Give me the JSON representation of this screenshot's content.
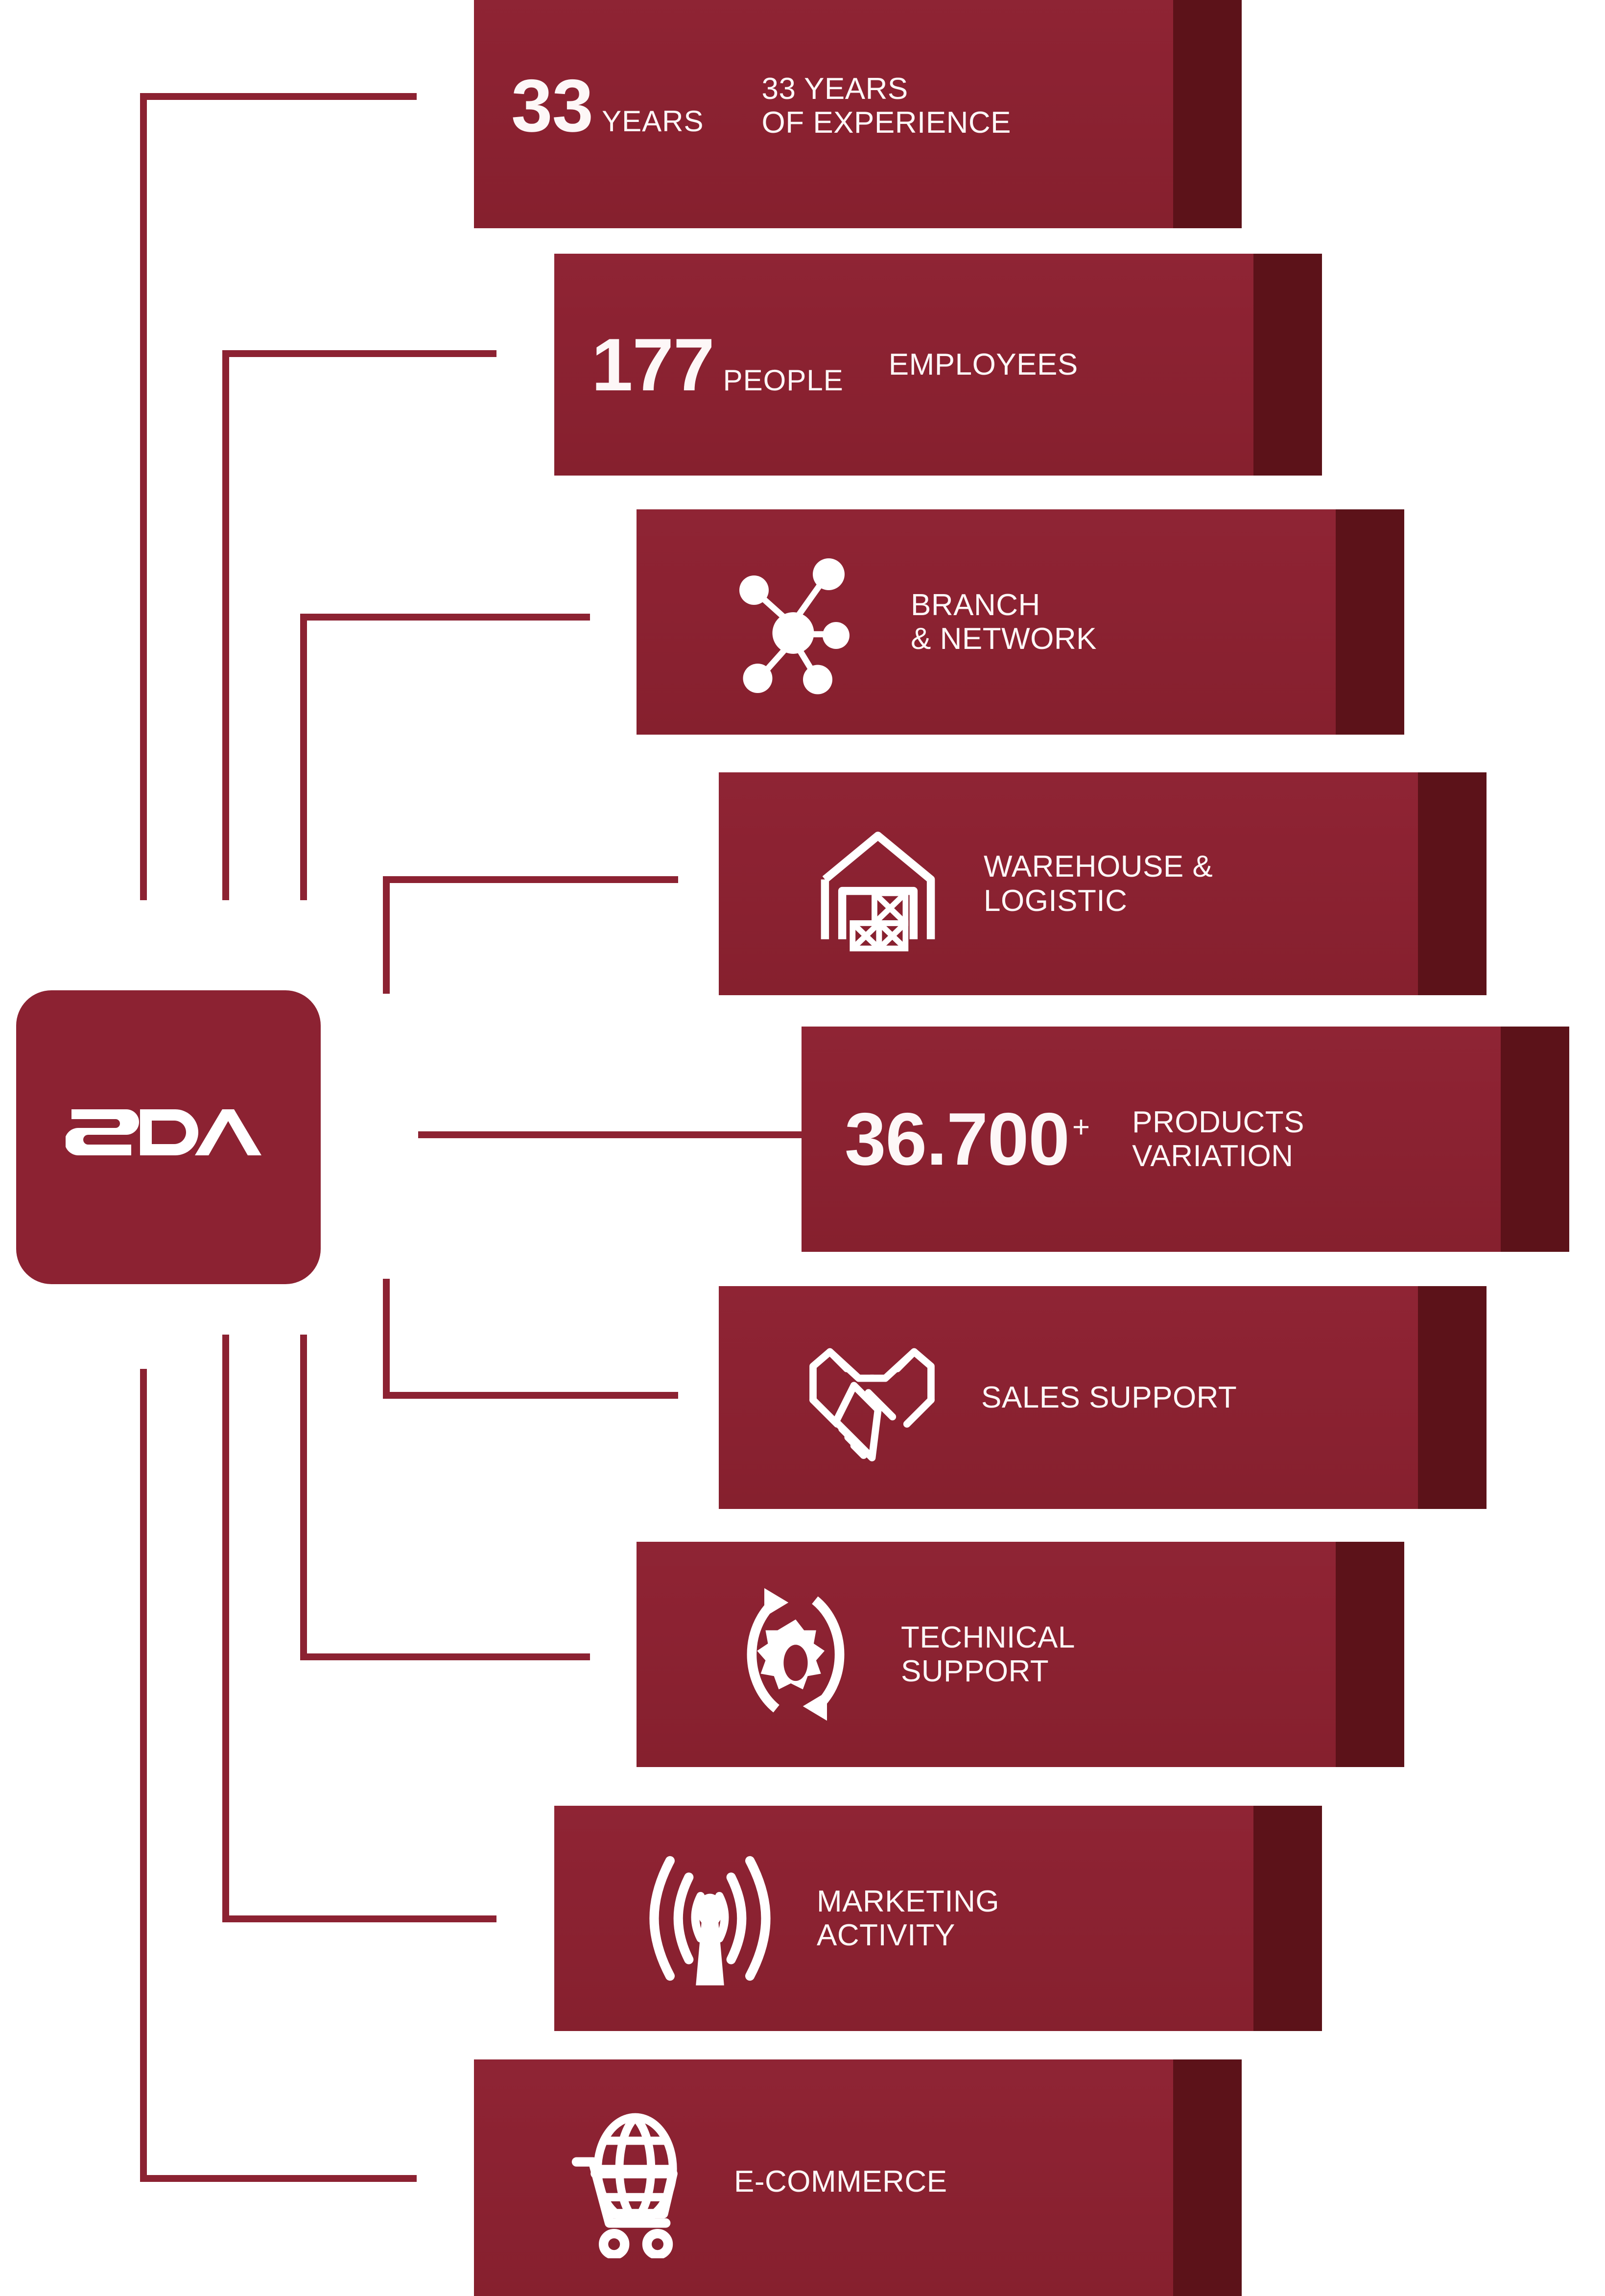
{
  "brand": {
    "logo_text": "SDA",
    "accent_color": "#8C2232",
    "shade_color": "#5C1219",
    "text_color": "#FDF7F7",
    "background_color": "#FFFFFF"
  },
  "cards": [
    {
      "id": "years-of-experience",
      "kind": "stat",
      "number": "33",
      "unit": "YEARS",
      "superscript": "",
      "label": "33 YEARS\nOF EXPERIENCE",
      "icon": ""
    },
    {
      "id": "employees",
      "kind": "stat",
      "number": "177",
      "unit": "PEOPLE",
      "superscript": "",
      "label": "EMPLOYEES",
      "icon": ""
    },
    {
      "id": "branch-network",
      "kind": "icon",
      "number": "",
      "unit": "",
      "superscript": "",
      "label": "BRANCH\n& NETWORK",
      "icon": "network-nodes-icon"
    },
    {
      "id": "warehouse-logistic",
      "kind": "icon",
      "number": "",
      "unit": "",
      "superscript": "",
      "label": "WAREHOUSE &\nLOGISTIC",
      "icon": "warehouse-icon"
    },
    {
      "id": "products-variation",
      "kind": "stat",
      "number": "36.700",
      "unit": "",
      "superscript": "+",
      "label": "PRODUCTS\nVARIATION",
      "icon": ""
    },
    {
      "id": "sales-support",
      "kind": "icon",
      "number": "",
      "unit": "",
      "superscript": "",
      "label": "SALES SUPPORT",
      "icon": "handshake-icon"
    },
    {
      "id": "technical-support",
      "kind": "icon",
      "number": "",
      "unit": "",
      "superscript": "",
      "label": "TECHNICAL\nSUPPORT",
      "icon": "gear-refresh-icon"
    },
    {
      "id": "marketing-activity",
      "kind": "icon",
      "number": "",
      "unit": "",
      "superscript": "",
      "label": "MARKETING\nACTIVITY",
      "icon": "broadcast-tower-icon"
    },
    {
      "id": "e-commerce",
      "kind": "icon",
      "number": "",
      "unit": "",
      "superscript": "",
      "label": "E-COMMERCE",
      "icon": "shopping-cart-globe-icon"
    }
  ]
}
